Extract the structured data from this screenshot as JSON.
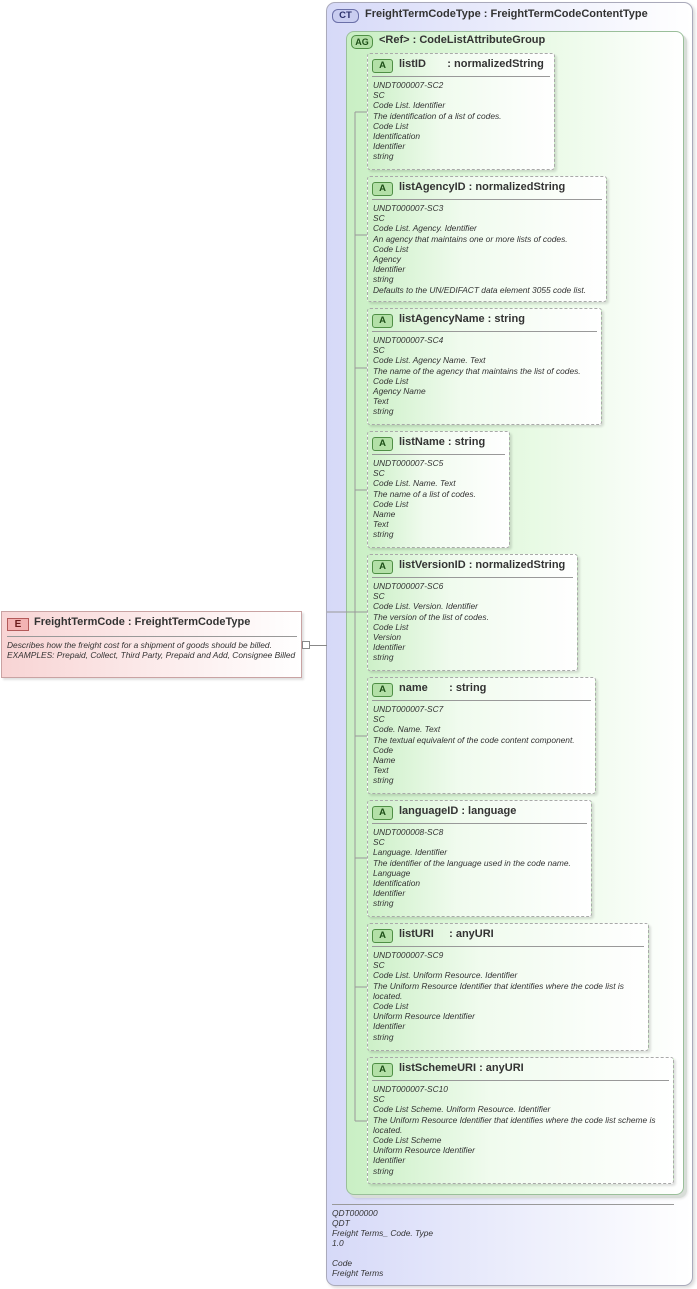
{
  "element": {
    "badge": "E",
    "title": "FreightTermCode : FreightTermCodeType",
    "description": "Describes how the freight cost for a shipment of goods should be billed. EXAMPLES:  Prepaid, Collect, Third Party, Prepaid and Add, Consignee Billed"
  },
  "complex_type": {
    "badge": "CT",
    "title": "FreightTermCodeType : FreightTermCodeContentType",
    "description_lines": [
      "QDT000000",
      "QDT",
      "Freight Terms_ Code. Type",
      "1.0",
      "",
      "Code",
      "Freight Terms"
    ]
  },
  "attribute_group": {
    "badge": "AG",
    "title": "<Ref>      : CodeListAttributeGroup"
  },
  "attributes": [
    {
      "badge": "A",
      "title": "listID       : normalizedString",
      "lines": [
        "UNDT000007-SC2",
        "SC",
        "Code List. Identifier",
        "The identification of a list of codes.",
        "Code List",
        "Identification",
        "Identifier",
        "string"
      ]
    },
    {
      "badge": "A",
      "title": "listAgencyID : normalizedString",
      "lines": [
        "UNDT000007-SC3",
        "SC",
        "Code List. Agency. Identifier",
        "An agency that maintains one or more lists of codes.",
        "Code List",
        "Agency",
        "Identifier",
        "string",
        "Defaults to the UN/EDIFACT data element 3055 code list."
      ]
    },
    {
      "badge": "A",
      "title": "listAgencyName : string",
      "lines": [
        "UNDT000007-SC4",
        "SC",
        "Code List. Agency Name. Text",
        "The name of the agency that maintains the list of codes.",
        "Code List",
        "Agency Name",
        "Text",
        "string"
      ]
    },
    {
      "badge": "A",
      "title": "listName : string",
      "lines": [
        "UNDT000007-SC5",
        "SC",
        "Code List. Name. Text",
        "The name of a list of codes.",
        "Code List",
        "Name",
        "Text",
        "string"
      ]
    },
    {
      "badge": "A",
      "title": "listVersionID : normalizedString",
      "lines": [
        "UNDT000007-SC6",
        "SC",
        "Code List. Version. Identifier",
        "The version of the list of codes.",
        "Code List",
        "Version",
        "Identifier",
        "string"
      ]
    },
    {
      "badge": "A",
      "title": "name       : string",
      "lines": [
        "UNDT000007-SC7",
        "SC",
        "Code. Name. Text",
        "The textual equivalent of the code content component.",
        "Code",
        "Name",
        "Text",
        "string"
      ]
    },
    {
      "badge": "A",
      "title": "languageID : language",
      "lines": [
        "UNDT000008-SC8",
        "SC",
        "Language. Identifier",
        "The identifier of the language used in the code name.",
        "Language",
        "Identification",
        "Identifier",
        "string"
      ]
    },
    {
      "badge": "A",
      "title": "listURI     : anyURI",
      "lines": [
        "UNDT000007-SC9",
        "SC",
        "Code List. Uniform Resource. Identifier",
        "The Uniform Resource Identifier that identifies where the code list is located.",
        "Code List",
        "Uniform Resource Identifier",
        "Identifier",
        "string"
      ]
    },
    {
      "badge": "A",
      "title": "listSchemeURI : anyURI",
      "lines": [
        "UNDT000007-SC10",
        "SC",
        "Code List Scheme. Uniform Resource. Identifier",
        "The Uniform Resource Identifier that identifies where the code list scheme is located.",
        "Code List Scheme",
        "Uniform Resource Identifier",
        "Identifier",
        "string"
      ]
    }
  ]
}
